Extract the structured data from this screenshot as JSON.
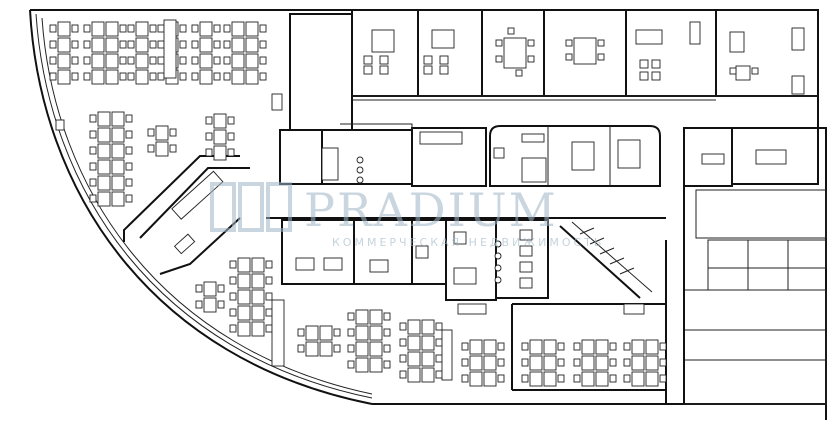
{
  "watermark": {
    "brand": "PRADIUM",
    "tagline": "КОММЕРЧЕСКАЯ НЕДВИЖИМОСТЬ",
    "color": "#9fb6c6"
  },
  "icons": {
    "logo": "pradium-logo-mark"
  }
}
